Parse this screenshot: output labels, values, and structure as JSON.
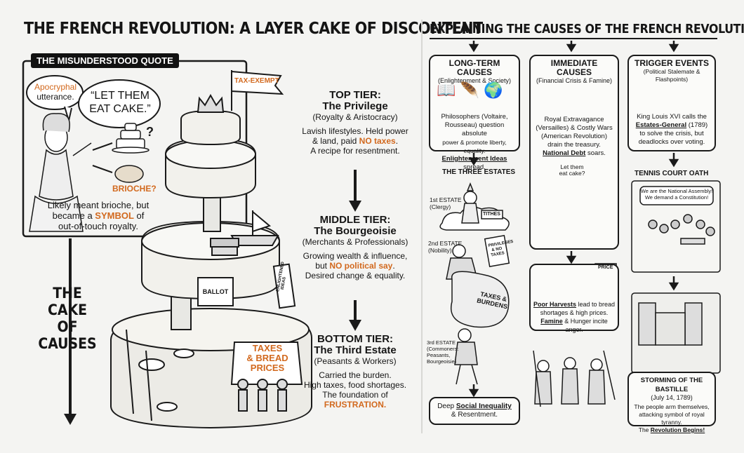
{
  "left": {
    "title": "THE FRENCH REVOLUTION: A LAYER CAKE OF DISCONTENT",
    "quote_box": {
      "label": "THE MISUNDERSTOOD QUOTE",
      "apocryphal": "Apocryphal",
      "utterance": "utterance.",
      "quote_line1": "“LET THEM",
      "quote_line2": "EAT CAKE.”",
      "brioche": "BRIOCHE?",
      "caption_line1": "Likely meant brioche, but",
      "caption_pre": "became a ",
      "caption_symbol": "SYMBOL",
      "caption_post": " of",
      "caption_line3": "out-of-touch royalty."
    },
    "cake_of_causes_line1": "THE CAKE",
    "cake_of_causes_line2": "OF CAUSES",
    "flag": "TAX-EXEMPT",
    "ballot": "BALLOT",
    "enlightened": "ENLIGHTENED IDEAS",
    "taxes_sign": [
      "TAXES",
      "& BREAD",
      "PRICES"
    ],
    "tiers": {
      "top": {
        "head1": "TOP TIER:",
        "head2": "The Privilege",
        "sub": "(Royalty & Aristocracy)",
        "body1": "Lavish lifestyles. Held power",
        "body2_pre": "& land, paid ",
        "body2_hl": "NO taxes",
        "body2_post": ".",
        "body3": "A recipe for resentment."
      },
      "middle": {
        "head1": "MIDDLE TIER:",
        "head2": "The Bourgeoisie",
        "sub": "(Merchants & Professionals)",
        "body1": "Growing wealth & influence,",
        "body2_pre": "but ",
        "body2_hl": "NO political say",
        "body2_post": ".",
        "body3": "Desired change & equality."
      },
      "bottom": {
        "head1": "BOTTOM TIER:",
        "head2": "The Third Estate",
        "sub": "(Peasants & Workers)",
        "body1": "Carried the burden.",
        "body2": "High taxes, food shortages.",
        "body3": "The foundation of",
        "body4": "FRUSTRATION."
      }
    }
  },
  "right": {
    "title": "EXPLAINING THE CAUSES OF THE FRENCH REVOLUTION",
    "long_term": {
      "head": "LONG-TERM CAUSES",
      "sub": "(Enlightenment & Society)",
      "body1": "Philosophers (Voltaire,",
      "body2": "Rousseau) question absolute",
      "body3": "power & promote liberty, equality.",
      "body4_u": "Enlightenment Ideas",
      "body4_post": " spread."
    },
    "immediate": {
      "head": "IMMEDIATE CAUSES",
      "sub": "(Financial Crisis & Famine)",
      "body1": "Royal Extravagance",
      "body2": "(Versailles) & Costly Wars",
      "body3": "(American Revolution)",
      "body4": "drain the treasury.",
      "body5_u": "National Debt",
      "body5_post": " soars."
    },
    "trigger": {
      "head": "TRIGGER EVENTS",
      "sub": "(Political Stalemate & Flashpoints)",
      "body1": "King Louis XVI calls the",
      "body2_u": "Estates-General",
      "body2_post": " (1789)",
      "body3": "to solve the crisis, but",
      "body4": "deadlocks over voting."
    },
    "three_estates": {
      "title": "THE THREE ESTATES",
      "first": [
        "1st ESTATE",
        "(Clergy)"
      ],
      "second": [
        "2nd ESTATE",
        "(Nobility)"
      ],
      "third": [
        "3rd ESTATE",
        "(Commoners:",
        "Peasants,",
        "Bourgeoisie)"
      ],
      "tithes": "TITHES",
      "privileges": [
        "PRIVILEGES",
        "& NO",
        "TAXES"
      ],
      "burdens": [
        "TAXES &",
        "BURDENS"
      ]
    },
    "inequality": {
      "pre": "Deep ",
      "u": "Social Inequality",
      "line2": "& Resentment."
    },
    "let_them": [
      "Let them",
      "eat cake?"
    ],
    "famine": {
      "price": "PRICE",
      "line1_u": "Poor Harvests",
      "line1_post": " lead to bread",
      "line2": "shortages & high prices.",
      "line3_u": "Famine",
      "line3_post": " & Hunger incite anger."
    },
    "tennis": {
      "title": "TENNIS COURT OATH",
      "speech1": "We are the National Assembly!",
      "speech2": "We demand a Constitution!"
    },
    "bastille": {
      "head": "STORMING OF THE BASTILLE",
      "date": "(July 14, 1789)",
      "body1": "The people arm themselves,",
      "body2": "attacking symbol of royal tyranny.",
      "body3_pre": "The ",
      "body3_u": "Revolution Begins!"
    }
  },
  "colors": {
    "accent": "#d2691e",
    "ink": "#151515",
    "paper": "#f4f4f2"
  }
}
